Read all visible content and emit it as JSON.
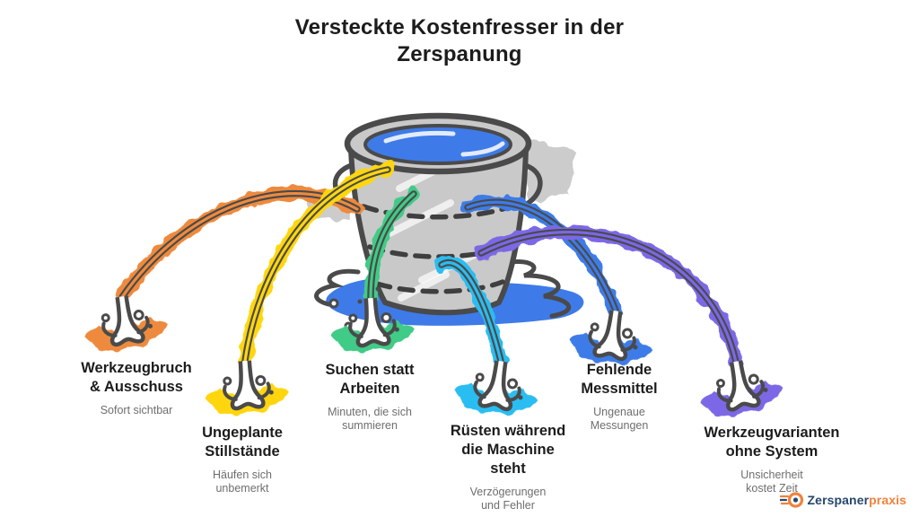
{
  "title": "Versteckte Kostenfresser in der\nZerspanung",
  "bucket": {
    "name": "leaking-bucket",
    "water_color": "#3E7BE8",
    "body_color": "#C9C9C9",
    "outline_color": "#4A4A4A"
  },
  "leaks": [
    {
      "title": "Werkzeugbruch\n& Ausschuss",
      "subtitle": "Sofort sichtbar",
      "color": "#EE8A3E"
    },
    {
      "title": "Ungeplante\nStillstände",
      "subtitle": "Häufen sich\nunbemerkt",
      "color": "#FFD60F"
    },
    {
      "title": "Suchen statt\nArbeiten",
      "subtitle": "Minuten, die sich\nsummieren",
      "color": "#3FCB86"
    },
    {
      "title": "Rüsten während\ndie Maschine\nsteht",
      "subtitle": "Verzögerungen\nund Fehler",
      "color": "#2ABDF1"
    },
    {
      "title": "Fehlende\nMessmittel",
      "subtitle": "Ungenaue\nMessungen",
      "color": "#3E7BE8"
    },
    {
      "title": "Werkzeugvarianten\nohne System",
      "subtitle": "Unsicherheit\nkostet Zeit",
      "color": "#7B67E6"
    }
  ],
  "logo": {
    "icon": "speed-circle-icon",
    "text_primary": "Zerspaner",
    "text_secondary": "praxis",
    "primary_color": "#26476E",
    "secondary_color": "#F0823C"
  }
}
